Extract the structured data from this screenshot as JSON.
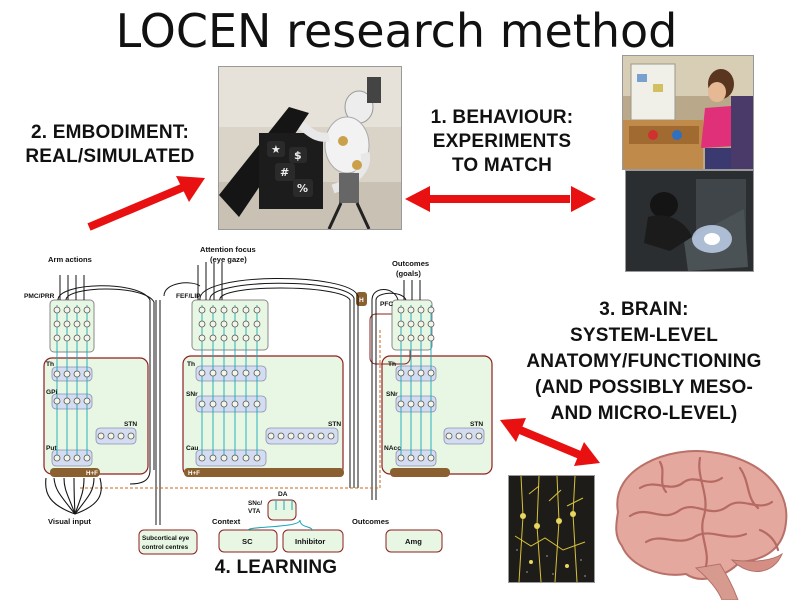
{
  "title": "LOCEN research method",
  "captions": {
    "embodiment": [
      "2. EMBODIMENT:",
      "REAL/SIMULATED"
    ],
    "behaviour": [
      "1. BEHAVIOUR:",
      "EXPERIMENTS",
      "TO MATCH"
    ],
    "brain": [
      "3. BRAIN:",
      "SYSTEM-LEVEL",
      "ANATOMY/FUNCTIONING",
      "(AND POSSIBLY MESO-",
      "AND MICRO-LEVEL)"
    ],
    "learning": "4. LEARNING"
  },
  "robot_keys": [
    "★",
    "$",
    "#",
    "%"
  ],
  "model": {
    "top_labels": {
      "arm_actions": "Arm actions",
      "attention": [
        "Attention focus",
        "(eye gaze)"
      ],
      "outcomes": [
        "Outcomes",
        "(goals)"
      ]
    },
    "cortex": {
      "pmc": "PMC/PRR",
      "fef": "FEF/LIP",
      "pfc": "PFC",
      "hub": "H"
    },
    "arm_loop": {
      "th": "Th",
      "gp": "GPi",
      "put": "Put",
      "stn": "STN",
      "hf": "H+F"
    },
    "eye_loop": {
      "th": "Th",
      "snr": "SNr",
      "cau": "Cau",
      "stn": "STN",
      "hf": "H+F"
    },
    "goal_loop": {
      "th": "Th",
      "snr": "SNr",
      "nacc": "NAcc",
      "stn": "STN"
    },
    "da": {
      "da": "DA",
      "snc": [
        "SNc/",
        "VTA"
      ]
    },
    "bottom_labels": {
      "visual_input": "Visual input",
      "context": "Context",
      "outcomes": "Outcomes",
      "subcortical": [
        "Subcortical eye",
        "control centres"
      ]
    },
    "boxes": {
      "sc": "SC",
      "inhibitor": "Inhibitor",
      "amg": "Amg"
    }
  },
  "colors": {
    "arrow": "#e81010",
    "panel_fill": "#e8f7e4",
    "panel_border": "#8e1f1f",
    "layer_fill": "#d3dcf0",
    "layer_border": "#8e8fb0",
    "bar": "#8b6030",
    "teal": "#18a7b5",
    "box_fill": "#e8f7e4"
  }
}
